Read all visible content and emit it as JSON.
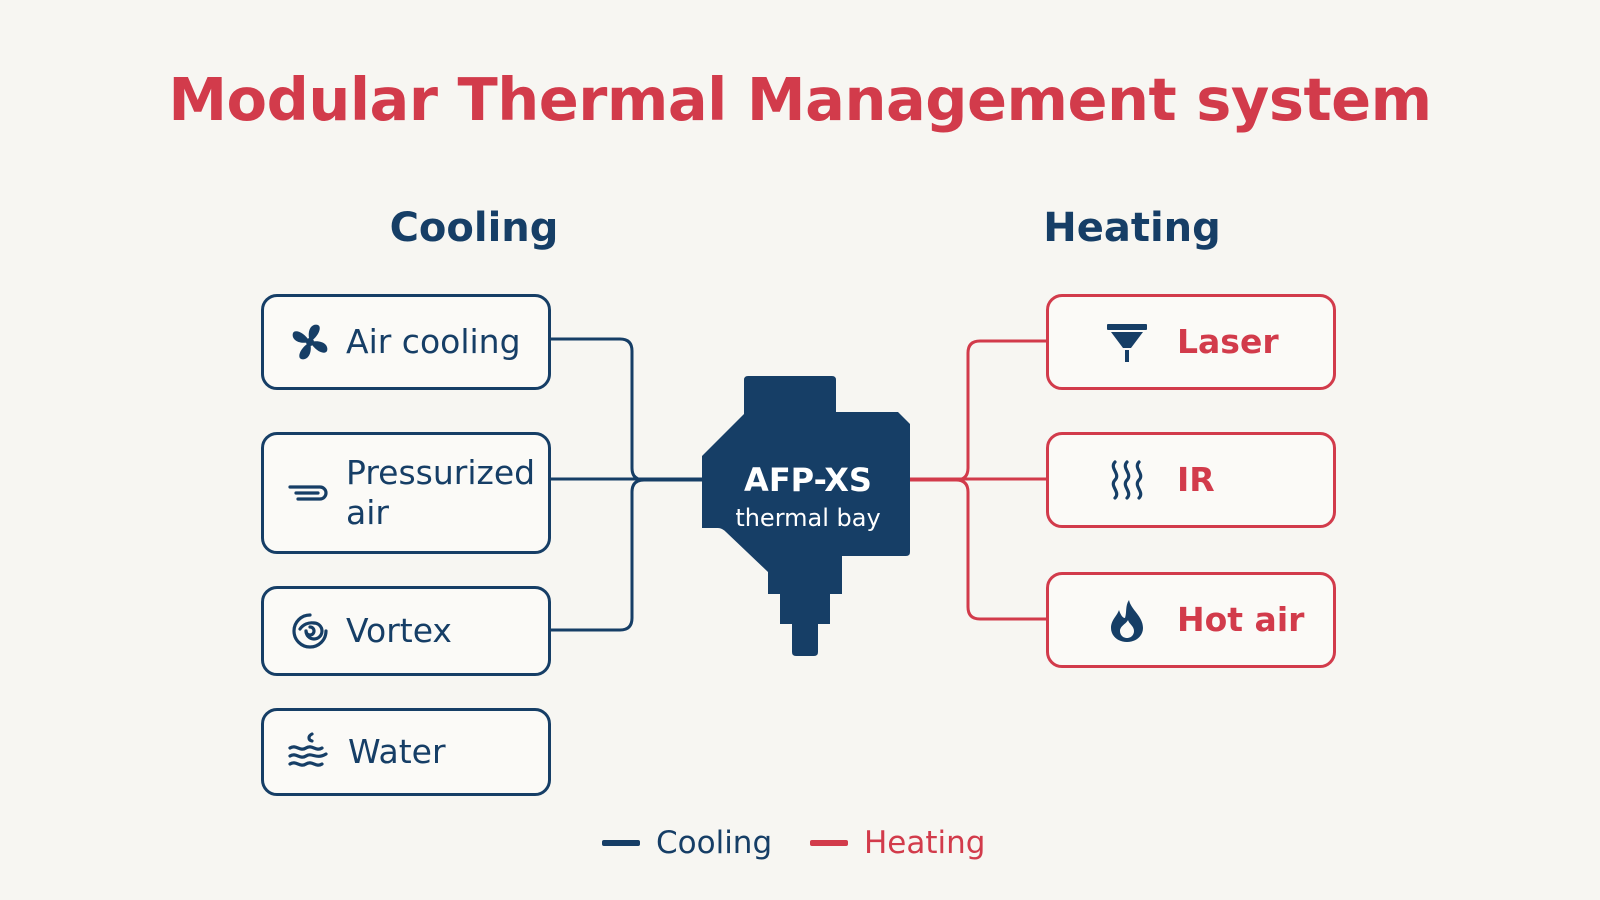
{
  "title": "Modular Thermal Management system",
  "colors": {
    "cooling": "#163e66",
    "heating": "#d23b4b",
    "background": "#f7f6f2"
  },
  "cooling": {
    "heading": "Cooling",
    "items": [
      {
        "label": "Air cooling",
        "icon": "fan-icon"
      },
      {
        "label": "Pressurized air",
        "icon": "airflow-icon"
      },
      {
        "label": "Vortex",
        "icon": "vortex-icon"
      },
      {
        "label": "Water",
        "icon": "water-icon"
      }
    ]
  },
  "heating": {
    "heading": "Heating",
    "items": [
      {
        "label": "Laser",
        "icon": "laser-icon"
      },
      {
        "label": "IR",
        "icon": "infrared-icon"
      },
      {
        "label": "Hot air",
        "icon": "flame-icon"
      }
    ]
  },
  "hub": {
    "line1": "AFP-XS",
    "line2": "thermal bay"
  },
  "legend": {
    "cooling_label": "Cooling",
    "heating_label": "Heating"
  }
}
